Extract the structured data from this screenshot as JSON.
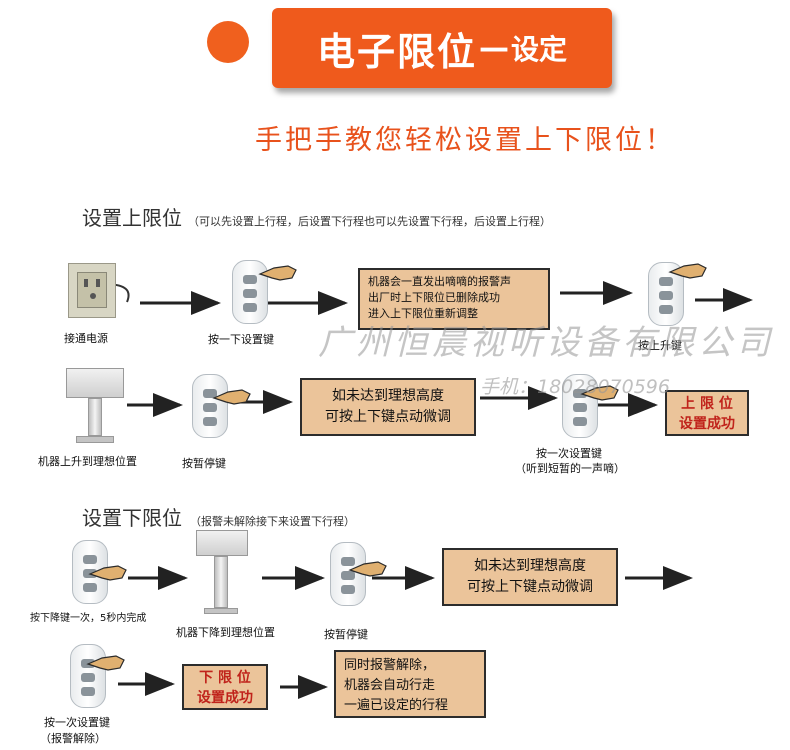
{
  "header": {
    "title_main": "电子限位",
    "title_dash": "—",
    "title_sub": "设定",
    "subtitle": "手把手教您轻松设置上下限位！"
  },
  "upper": {
    "title": "设置上限位",
    "note": "（可以先设置上行程，后设置下行程也可以先设置下行程，后设置上行程）",
    "step1_label": "接通电源",
    "step2_label": "按一下设置键",
    "box1": [
      "机器会一直发出嘀嘀的报警声",
      "出厂时上下限位已删除成功",
      "进入上下限位重新调整"
    ],
    "step3_label": "按上升键",
    "step4_label": "机器上升到理想位置",
    "step5_label": "按暂停键",
    "box2": [
      "如未达到理想高度",
      "可按上下键点动微调"
    ],
    "step6_label": "按一次设置键",
    "step6_sub": "（听到短暂的一声嘀）",
    "done": [
      "上 限 位",
      "设置成功"
    ]
  },
  "lower": {
    "title": "设置下限位",
    "note": "（报警未解除接下来设置下行程）",
    "step1_label": "按下降键一次，5秒内完成",
    "step2_label": "机器下降到理想位置",
    "step3_label": "按暂停键",
    "box1": [
      "如未达到理想高度",
      "可按上下键点动微调"
    ],
    "step4_label": "按一次设置键",
    "step4_sub": "（报警解除）",
    "done": [
      "下 限 位",
      "设置成功"
    ],
    "box2": [
      "同时报警解除，",
      "机器会自动行走",
      "一遍已设定的行程"
    ]
  },
  "watermark": {
    "company": "广州恒晨视听设备有限公司",
    "phone": "手机：18028070596"
  },
  "colors": {
    "accent": "#ef5a1c",
    "box_fill": "#ebc49a",
    "done_text": "#c0231b"
  }
}
